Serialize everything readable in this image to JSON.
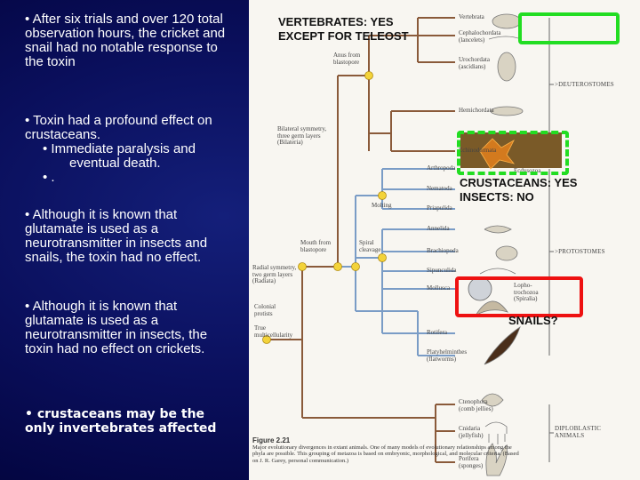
{
  "left_text": {
    "block1": "•  After six trials and over 120 total observation hours, the cricket and snail had no notable response to the toxin",
    "block2_line1": "•  Toxin had a profound effect on crustaceans.",
    "block2_sub1": "•  Immediate paralysis and",
    "block2_sub1_cont": "eventual death.",
    "block2_sub2": "•  .",
    "block3": "•  Although it is known that glutamate is used as a neurotransmitter in insects and snails, the toxin had no effect.",
    "block4": "•  Although it is known that glutamate is used as a neurotransmitter in insects, the toxin had no effect on crickets.",
    "block5": "•  crustaceans may be the only invertebrates affected"
  },
  "callouts": {
    "vertebrates_line1": "VERTEBRATES: YES",
    "vertebrates_line2": "EXCEPT FOR TELEOST",
    "crustaceans_line1": "CRUSTACEANS: YES",
    "crustaceans_line2": "INSECTS: NO",
    "snails": "SNAILS?"
  },
  "figure": {
    "taxa": {
      "vertebrata": "Vertebrata",
      "cephalochordata": "Cephalochordata",
      "cephalochordata_sub": "(lancelets)",
      "urochordata": "Urochordata",
      "urochordata_sub": "(ascidians)",
      "hemichordata": "Hemichordata",
      "echinodermata": "Echinodermata",
      "arthropoda": "Arthropoda",
      "nematoda": "Nematoda",
      "priapulida": "Priapulida",
      "annelida": "Annelida",
      "brachiopoda": "Brachiopoda",
      "sipunculida": "Sipunculida",
      "mollusca": "Mollusca",
      "rotifera": "Rotifera",
      "platyhelminthes": "Platyhelminthes",
      "platyhelminthes_sub": "(flatworms)",
      "ctenophora": "Ctenophora",
      "ctenophora_sub": "(comb jellies)",
      "cnidaria": "Cnidaria",
      "cnidaria_sub": "(jellyfish)",
      "porifera": "Porifera",
      "porifera_sub": "(sponges)"
    },
    "nodes": {
      "anus_line1": "Anus from",
      "anus_line2": "blastopore",
      "bilateral_line1": "Bilateral symmetry,",
      "bilateral_line2": "three germ layers",
      "bilateral_line3": "(Bilateria)",
      "molting": "Molting",
      "mouth_line1": "Mouth from",
      "mouth_line2": "blastopore",
      "spiral_line1": "Spiral",
      "spiral_line2": "cleavage",
      "radial_line1": "Radial symmetry,",
      "radial_line2": "two germ layers",
      "radial_line3": "(Radiata)",
      "colonial_line1": "Colonial",
      "colonial_line2": "protists",
      "true_line1": "True",
      "true_line2": "multicellularity",
      "lopho_line1": "Lopho-",
      "lopho_line2": "trochozoa",
      "lopho_line3": "(Spiralia)",
      "ecdysozoa": "Ecdysozoa"
    },
    "groups": {
      "deuterostomes": ">DEUTEROSTOMES",
      "protostomes": ">PROTOSTOMES",
      "diploblastic_line1": "DIPLOBLASTIC",
      "diploblastic_line2": "ANIMALS"
    },
    "caption_title": "Figure 2.21",
    "caption_text": "Major evolutionary divergences in extant animals. One of many models of evolutionary relationships among the phyla are possible. This grouping of metazoa is based on embryonic, morphological, and molecular criteria. (Based on J. R. Garey, personal communication.)"
  },
  "colors": {
    "background": "#0a0f5c",
    "green_highlight": "#22dd22",
    "red_highlight": "#ee1111",
    "tree_blue": "#7a9cc6",
    "tree_brown": "#8a5a3a",
    "node_yellow": "#f3d33a"
  }
}
